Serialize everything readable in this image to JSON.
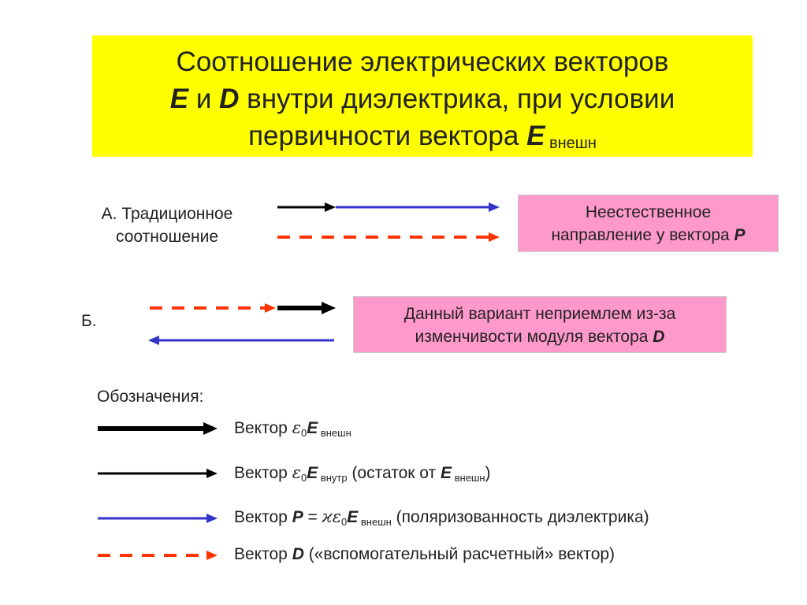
{
  "title": {
    "line1": "Соотношение электрических  векторов",
    "line2_e": "E",
    "line2_and": " и ",
    "line2_d": "D",
    "line2_rest": " внутри диэлектрика, при условии",
    "line3_text": "первичности вектора ",
    "line3_e": "E",
    "line3_sub": " внешн"
  },
  "section_a": {
    "label_line1": "А. Традиционное",
    "label_line2": "соотношение",
    "note_line1": "Неестественное",
    "note_line2_text": "направление у вектора ",
    "note_line2_symbol": "P"
  },
  "section_b": {
    "label": "Б.",
    "note_line1": "Данный вариант неприемлем из-за",
    "note_line2_text": "изменчивости модуля вектора ",
    "note_line2_symbol": "D"
  },
  "legend": {
    "heading": "Обозначения:",
    "items": [
      {
        "prefix": "Вектор ",
        "eps": "ε",
        "eps_sub": "0",
        "vec": "E",
        "sub": " внешн",
        "suffix": ""
      },
      {
        "prefix": "Вектор ",
        "eps": "ε",
        "eps_sub": "0",
        "vec": "E",
        "sub": " внутр",
        "suffix_a": " (остаток от ",
        "suffix_vec": "E",
        "suffix_sub": " внешн",
        "suffix_b": ")"
      },
      {
        "prefix": "Вектор ",
        "vec_p": "P",
        "eq": " = ",
        "kappa": "ϰ",
        "eps": "ε",
        "eps_sub": "0",
        "vec": "E",
        "sub": " внешн",
        "suffix": " (поляризованность диэлектрика)"
      },
      {
        "prefix": "Вектор ",
        "vec_d": "D",
        "suffix": " («вспомогательный расчетный» вектор)"
      }
    ]
  },
  "colors": {
    "title_bg": "#ffff00",
    "note_bg": "#ff99cc",
    "black_arrow": "#000000",
    "blue_arrow": "#3333cc",
    "red_dashed": "#ff3300"
  }
}
